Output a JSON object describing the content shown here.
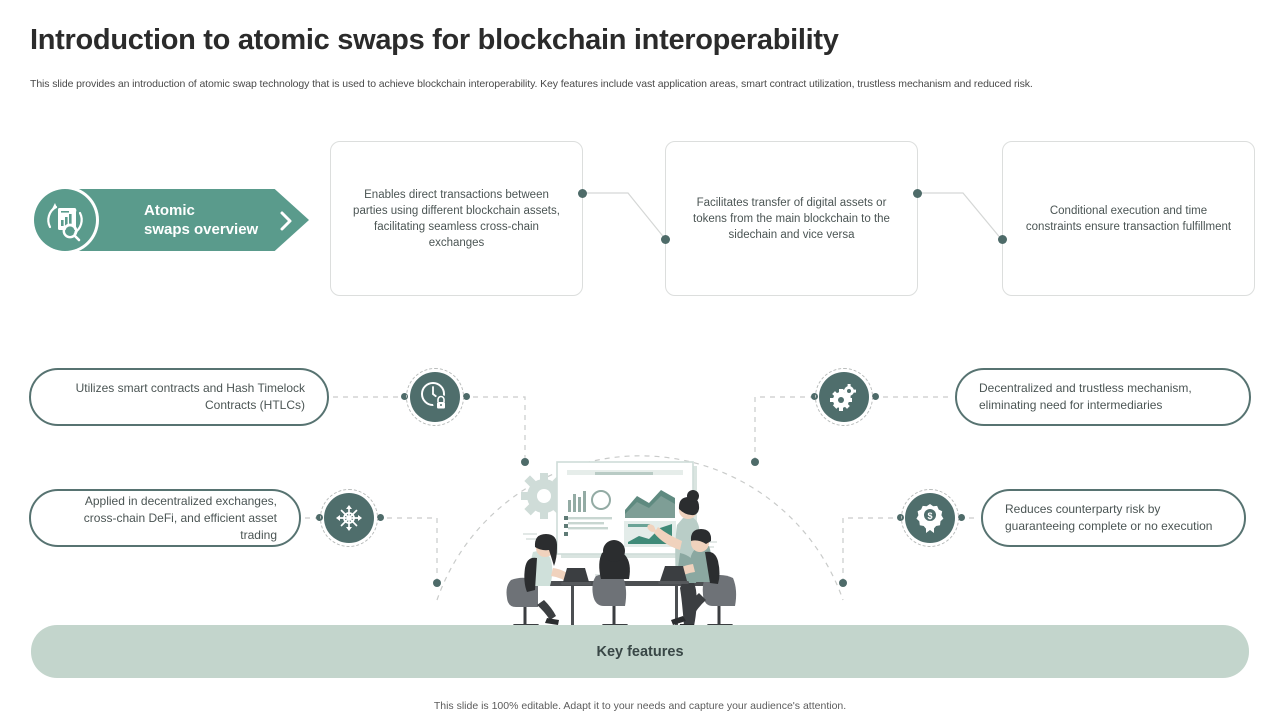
{
  "header": {
    "title": "Introduction to atomic swaps for blockchain interoperability",
    "subtitle": "This slide provides an introduction of atomic swap technology that is used to achieve blockchain interoperability. Key features include vast application areas, smart contract utilization, trustless mechanism and reduced risk."
  },
  "overview_badge": {
    "label_line1": "Atomic",
    "label_line2": "swaps overview",
    "icon": "document-chart-search-icon",
    "chevron_icon": "chevron-right-icon",
    "color": "#5a9b8c"
  },
  "top_boxes": [
    {
      "text": "Enables direct transactions between parties using different blockchain assets, facilitating seamless cross-chain exchanges"
    },
    {
      "text": "Facilitates transfer of digital assets or tokens from the main blockchain to the sidechain and vice versa"
    },
    {
      "text": "Conditional execution and time constraints ensure transaction fulfillment"
    }
  ],
  "features": [
    {
      "text": "Utilizes smart contracts and Hash Timelock Contracts (HTLCs)",
      "icon": "clock-lock-icon",
      "align": "right"
    },
    {
      "text": "Applied in decentralized exchanges, cross-chain DeFi, and efficient asset trading",
      "icon": "network-nodes-icon",
      "align": "right"
    },
    {
      "text": "Decentralized and trustless mechanism, eliminating need for intermediaries",
      "icon": "gears-icon",
      "align": "left"
    },
    {
      "text": "Reduces counterparty risk by guaranteeing complete or no execution",
      "icon": "award-badge-dollar-icon",
      "align": "left"
    }
  ],
  "illustration": {
    "name": "business-meeting-presentation-illustration"
  },
  "key_features_bar": {
    "label": "Key features",
    "color": "#c3d5cc"
  },
  "footer": {
    "note": "This slide is 100% editable. Adapt it to your needs and capture your audience's attention."
  },
  "colors": {
    "accent_green": "#5a9b8c",
    "dark_teal": "#4f6e6c",
    "pill_border": "#577371",
    "bar_green": "#c3d5cc",
    "dot": "#4e6b69",
    "box_border": "#dcdedd"
  }
}
